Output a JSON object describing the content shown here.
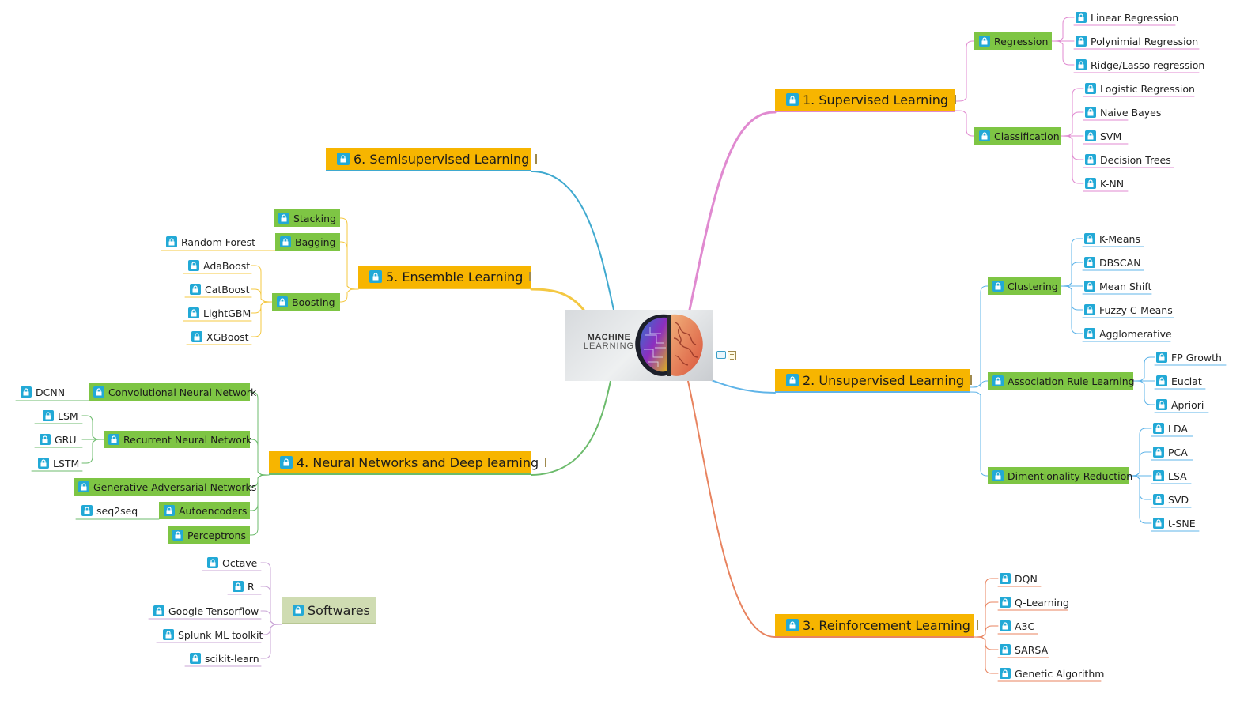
{
  "center": {
    "title_line1": "MACHINE",
    "title_line2": "LEARNING"
  },
  "topics": [
    {
      "id": "supervised",
      "label": "1. Supervised Learning",
      "color": "#e08ad0",
      "children": [
        {
          "label": "Regression",
          "children": [
            "Linear Regression",
            "Polynimial Regression",
            "Ridge/Lasso regression"
          ]
        },
        {
          "label": "Classification",
          "children": [
            "Logistic Regression",
            "Naive Bayes",
            "SVM",
            "Decision Trees",
            "K-NN"
          ]
        }
      ]
    },
    {
      "id": "unsupervised",
      "label": "2. Unsupervised Learning",
      "color": "#5fb4e8",
      "children": [
        {
          "label": "Clustering",
          "children": [
            "K-Means",
            "DBSCAN",
            "Mean Shift",
            "Fuzzy C-Means",
            "Agglomerative"
          ]
        },
        {
          "label": "Association Rule Learning",
          "children": [
            "FP Growth",
            "Euclat",
            "Apriori"
          ]
        },
        {
          "label": "Dimentionality Reduction",
          "children": [
            "LDA",
            "PCA",
            "LSA",
            "SVD",
            "t-SNE"
          ]
        }
      ]
    },
    {
      "id": "reinforcement",
      "label": "3. Reinforcement Learning",
      "color": "#e8835f",
      "children": [
        "DQN",
        "Q-Learning",
        "A3C",
        "SARSA",
        "Genetic Algorithm"
      ]
    },
    {
      "id": "neural",
      "label": "4. Neural Networks and Deep learning",
      "color": "#6cbb6c",
      "children": [
        {
          "label": "Convolutional Neural Network",
          "children": [
            "DCNN"
          ]
        },
        {
          "label": "Recurrent Neural Network",
          "children": [
            "LSM",
            "GRU",
            "LSTM"
          ]
        },
        {
          "label": "Generative Adversarial Networks",
          "children": []
        },
        {
          "label": "Autoencoders",
          "children": [
            "seq2seq"
          ]
        },
        {
          "label": "Perceptrons",
          "children": []
        }
      ]
    },
    {
      "id": "ensemble",
      "label": "5. Ensemble Learning",
      "color": "#f4c842",
      "children": [
        {
          "label": "Stacking",
          "children": []
        },
        {
          "label": "Bagging",
          "children": [
            "Random Forest"
          ]
        },
        {
          "label": "Boosting",
          "children": [
            "AdaBoost",
            "CatBoost",
            "LightGBM",
            "XGBoost"
          ]
        }
      ]
    },
    {
      "id": "semisupervised",
      "label": "6. Semisupervised Learning",
      "color": "#3fa9cf",
      "children": []
    }
  ],
  "softwares": {
    "label": "Softwares",
    "color": "#c9a4d6",
    "children": [
      "Octave",
      "R",
      "Google Tensorflow",
      "Splunk ML toolkit",
      "scikit-learn"
    ]
  },
  "colors": {
    "main_topic": "#f7b500",
    "sub_topic": "#7ec544",
    "lock_icon": "#22a9d6",
    "floating_topic": "#cfdcb2"
  }
}
